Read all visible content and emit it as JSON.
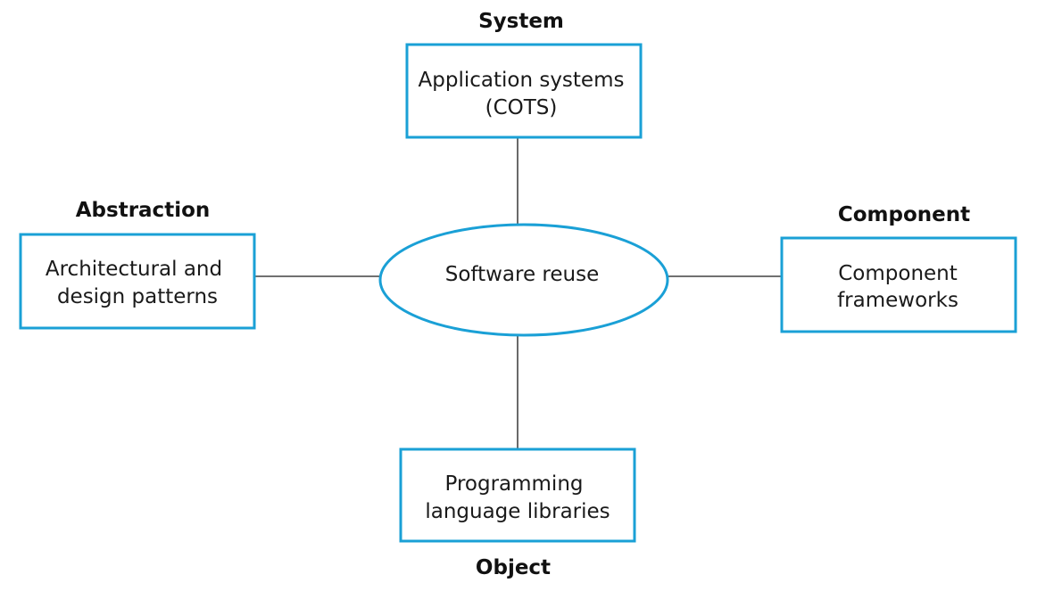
{
  "center": {
    "label": "Software reuse"
  },
  "nodes": {
    "top": {
      "category": "System",
      "line1": "Application systems",
      "line2": "(COTS)"
    },
    "left": {
      "category": "Abstraction",
      "line1": "Architectural and",
      "line2": "design patterns"
    },
    "right": {
      "category": "Component",
      "line1": "Component",
      "line2": "frameworks"
    },
    "bottom": {
      "category": "Object",
      "line1": "Programming",
      "line2": "language libraries"
    }
  },
  "colors": {
    "border": "#1aa0d6",
    "connector": "#1a1a1a",
    "text": "#1a1a1a"
  }
}
